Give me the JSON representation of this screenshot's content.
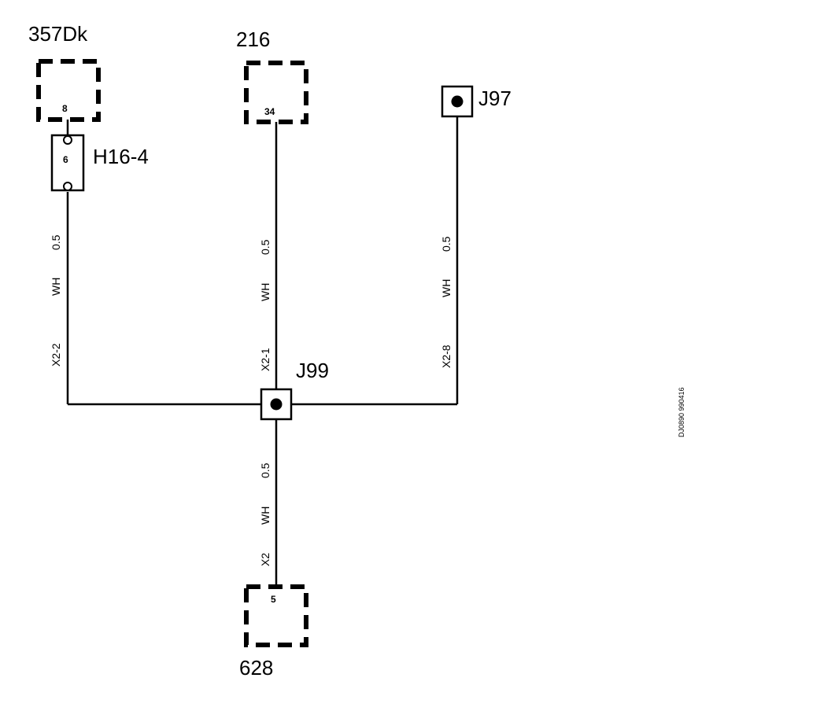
{
  "components": {
    "c357": {
      "label": "357Dk",
      "pin": "8"
    },
    "c216": {
      "label": "216",
      "pin": "34"
    },
    "c628": {
      "label": "628",
      "pin": "5"
    },
    "h16": {
      "label": "H16-4",
      "pin": "6"
    }
  },
  "junctions": {
    "j97": {
      "label": "J97"
    },
    "j99": {
      "label": "J99"
    }
  },
  "wires": {
    "left": {
      "size": "0.5",
      "color": "WH",
      "id": "X2-2"
    },
    "center": {
      "size": "0.5",
      "color": "WH",
      "id": "X2-1"
    },
    "right": {
      "size": "0.5",
      "color": "WH",
      "id": "X2-8"
    },
    "bottom": {
      "size": "0.5",
      "color": "WH",
      "id": "X2"
    }
  },
  "reference": "DJ0890 990416"
}
